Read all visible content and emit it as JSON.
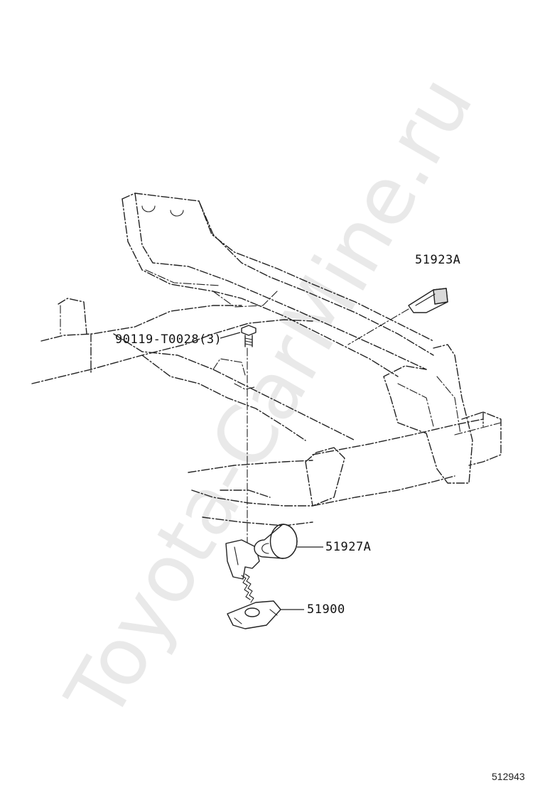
{
  "watermark": "Toyota-CarMine.ru",
  "diagram_id": "512943",
  "parts": {
    "cover": "51923A",
    "bolt": "90119-T0028(3)",
    "stopper": "51927A",
    "carrier": "51900"
  },
  "colors": {
    "line": "#222222",
    "watermark": "#e9e9e9",
    "background": "#ffffff"
  }
}
